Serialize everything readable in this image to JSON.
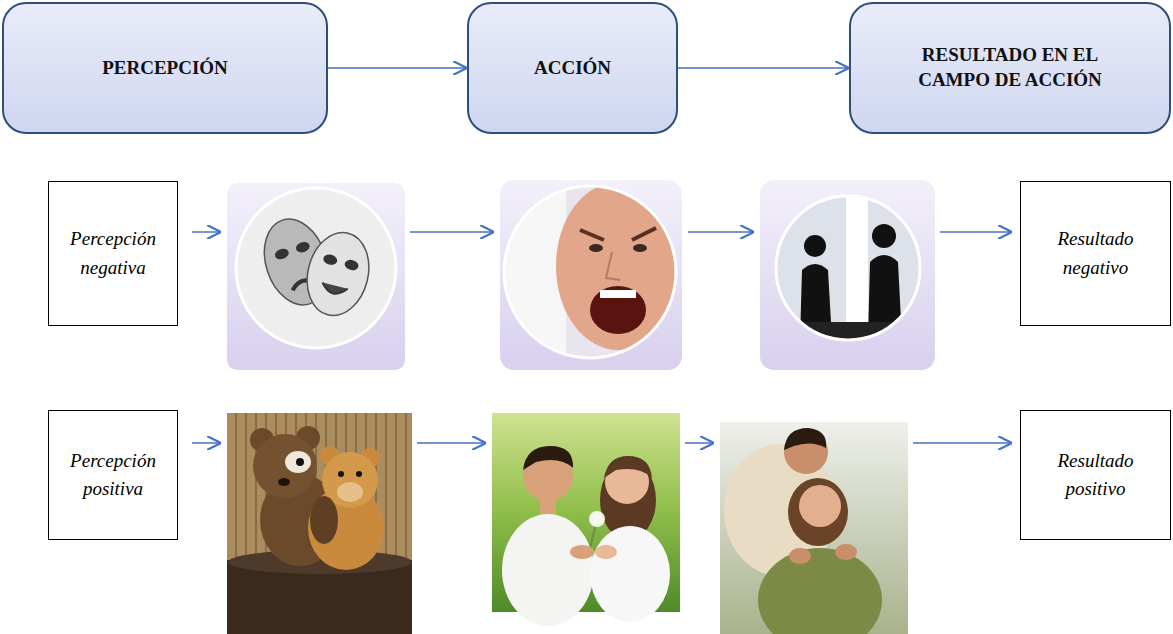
{
  "diagram": {
    "nodes": [
      {
        "text": [
          "PERCEPCIÓN"
        ]
      },
      {
        "text": [
          "ACCIÓN"
        ]
      },
      {
        "text": [
          "RESULTADO EN EL CAMPO DE ACCIÓN"
        ]
      },
      {
        "text": [
          "Percepción negativa"
        ]
      },
      {
        "text": [
          "Resultado negativo"
        ]
      },
      {
        "text": [
          "Percepción positiva"
        ]
      },
      {
        "text": [
          "Resultado positivo"
        ]
      }
    ],
    "edges": [
      {
        "from": 0,
        "to": 1,
        "arrow": "to"
      },
      {
        "from": 1,
        "to": 2,
        "arrow": "to"
      }
    ]
  }
}
